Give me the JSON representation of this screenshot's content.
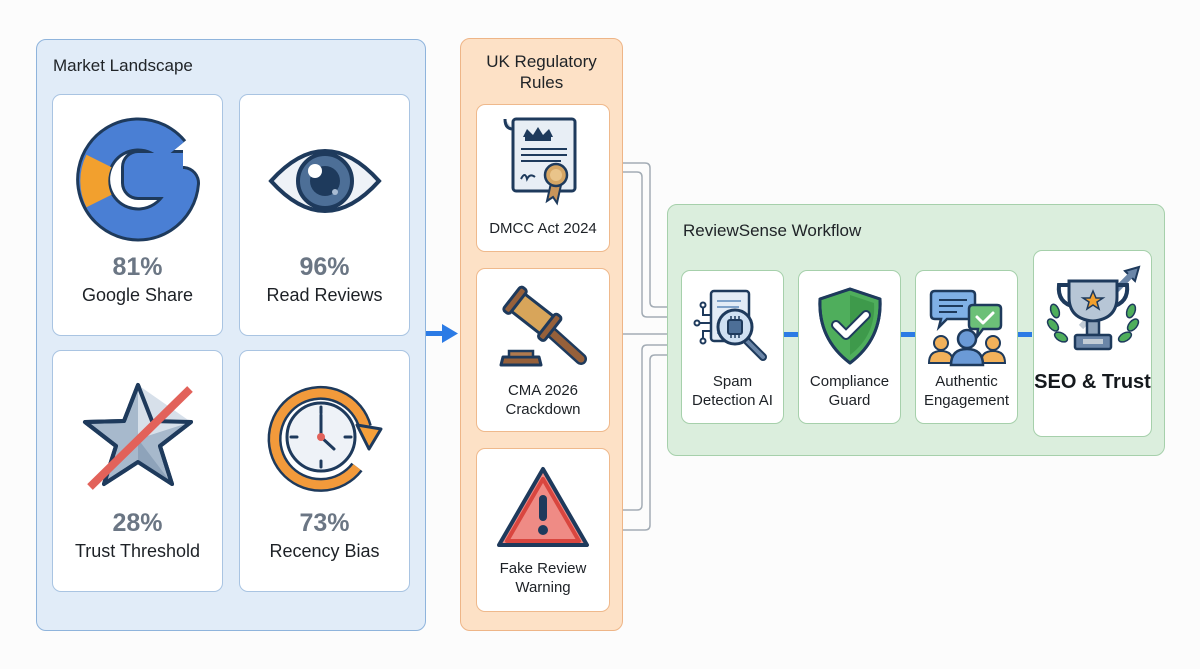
{
  "market": {
    "title": "Market Landscape",
    "stats": [
      {
        "value": "81%",
        "label": "Google Share",
        "icon": "google-g-icon"
      },
      {
        "value": "96%",
        "label": "Read Reviews",
        "icon": "eye-icon"
      },
      {
        "value": "28%",
        "label": "Trust Threshold",
        "icon": "crossed-star-icon"
      },
      {
        "value": "73%",
        "label": "Recency Bias",
        "icon": "clock-refresh-icon"
      }
    ]
  },
  "regulatory": {
    "title": "UK Regulatory Rules",
    "items": [
      {
        "label": "DMCC Act 2024",
        "icon": "legal-scroll-icon"
      },
      {
        "label": "CMA 2026 Crackdown",
        "icon": "gavel-icon"
      },
      {
        "label": "Fake Review Warning",
        "icon": "warning-triangle-icon"
      }
    ]
  },
  "workflow": {
    "title": "ReviewSense Workflow",
    "steps": [
      {
        "label": "Spam Detection AI",
        "icon": "ai-magnifier-icon"
      },
      {
        "label": "Compliance Guard",
        "icon": "shield-check-icon"
      },
      {
        "label": "Authentic Engagement",
        "icon": "people-chat-icon"
      },
      {
        "label": "SEO & Trust",
        "icon": "trophy-growth-icon"
      }
    ]
  },
  "colors": {
    "market_bg": "#e1ecf8",
    "regulatory_bg": "#fde1c6",
    "workflow_bg": "#dbeedd",
    "flow_arrow": "#2c7be5",
    "connector": "#8e98a3"
  }
}
